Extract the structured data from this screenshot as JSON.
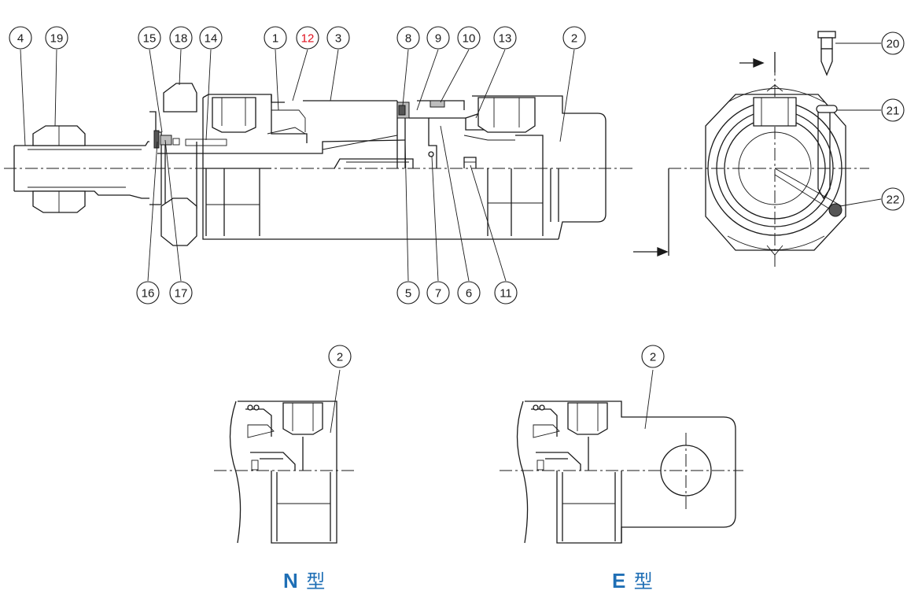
{
  "diagram": {
    "callouts": [
      {
        "id": "c4",
        "label": "4"
      },
      {
        "id": "c19",
        "label": "19"
      },
      {
        "id": "c15",
        "label": "15"
      },
      {
        "id": "c18",
        "label": "18"
      },
      {
        "id": "c14",
        "label": "14"
      },
      {
        "id": "c1",
        "label": "1"
      },
      {
        "id": "c12",
        "label": "12",
        "color": "#e0101e"
      },
      {
        "id": "c3",
        "label": "3"
      },
      {
        "id": "c8",
        "label": "8"
      },
      {
        "id": "c9",
        "label": "9"
      },
      {
        "id": "c10",
        "label": "10"
      },
      {
        "id": "c13",
        "label": "13"
      },
      {
        "id": "c2",
        "label": "2"
      },
      {
        "id": "c20",
        "label": "20"
      },
      {
        "id": "c21",
        "label": "21"
      },
      {
        "id": "c22",
        "label": "22"
      },
      {
        "id": "c16",
        "label": "16"
      },
      {
        "id": "c17",
        "label": "17"
      },
      {
        "id": "c5",
        "label": "5"
      },
      {
        "id": "c7",
        "label": "7"
      },
      {
        "id": "c6",
        "label": "6"
      },
      {
        "id": "c11",
        "label": "11"
      },
      {
        "id": "cN2",
        "label": "2"
      },
      {
        "id": "cE2",
        "label": "2"
      }
    ],
    "captions": {
      "n_type": {
        "letter": "N",
        "suffix": "型"
      },
      "e_type": {
        "letter": "E",
        "suffix": "型"
      }
    },
    "colors": {
      "line": "#1a1a1a",
      "caption_blue": "#1f6fb5",
      "highlight_red": "#e0101e",
      "seal_dark": "#555555"
    }
  }
}
